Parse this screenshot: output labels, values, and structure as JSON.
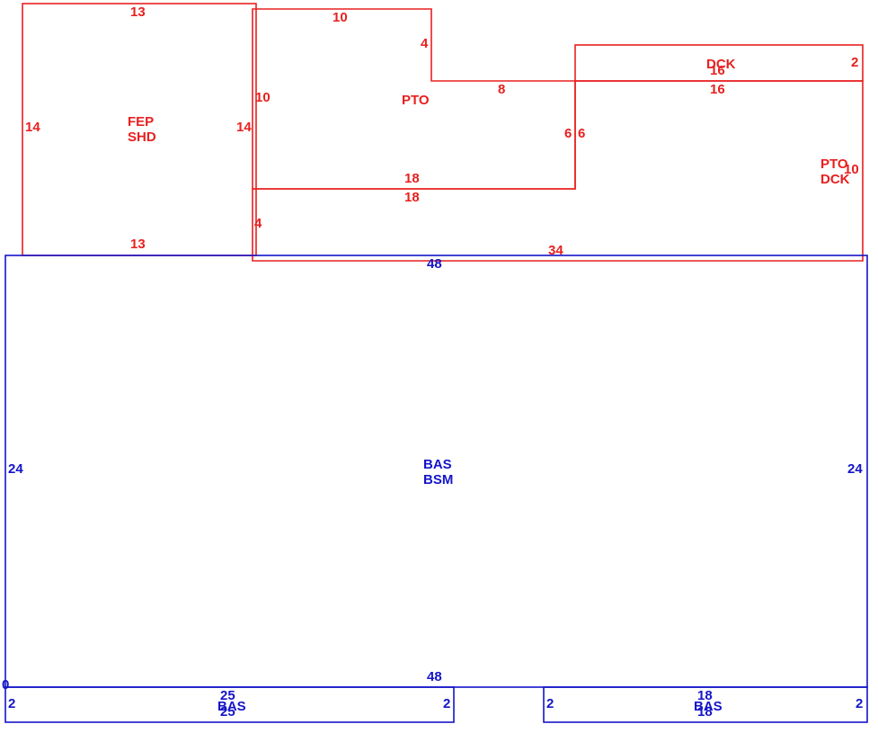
{
  "colors": {
    "upper": "#e8201f",
    "lower": "#1414c8"
  },
  "areas": {
    "fep_shd": {
      "line1": "FEP",
      "line2": "SHD",
      "dims": [
        "13",
        "14",
        "13",
        "14"
      ]
    },
    "pto_top": {
      "label": "PTO",
      "dims": [
        "10",
        "4",
        "8",
        "6",
        "18",
        "10"
      ]
    },
    "dck_top": {
      "label": "DCK",
      "dims": [
        "16",
        "2",
        "16"
      ]
    },
    "pto_dck": {
      "line1": "PTO",
      "line2": "DCK",
      "dims": [
        "18",
        "10",
        "34",
        "4",
        "6"
      ]
    },
    "bas_bsm": {
      "line1": "BAS",
      "line2": "BSM",
      "dims": [
        "48",
        "24",
        "48",
        "24",
        "0"
      ]
    },
    "bas_left": {
      "label": "BAS",
      "dims": [
        "25",
        "2",
        "25",
        "2"
      ]
    },
    "bas_right": {
      "label": "BAS",
      "dims": [
        "18",
        "2",
        "18",
        "2"
      ]
    }
  }
}
